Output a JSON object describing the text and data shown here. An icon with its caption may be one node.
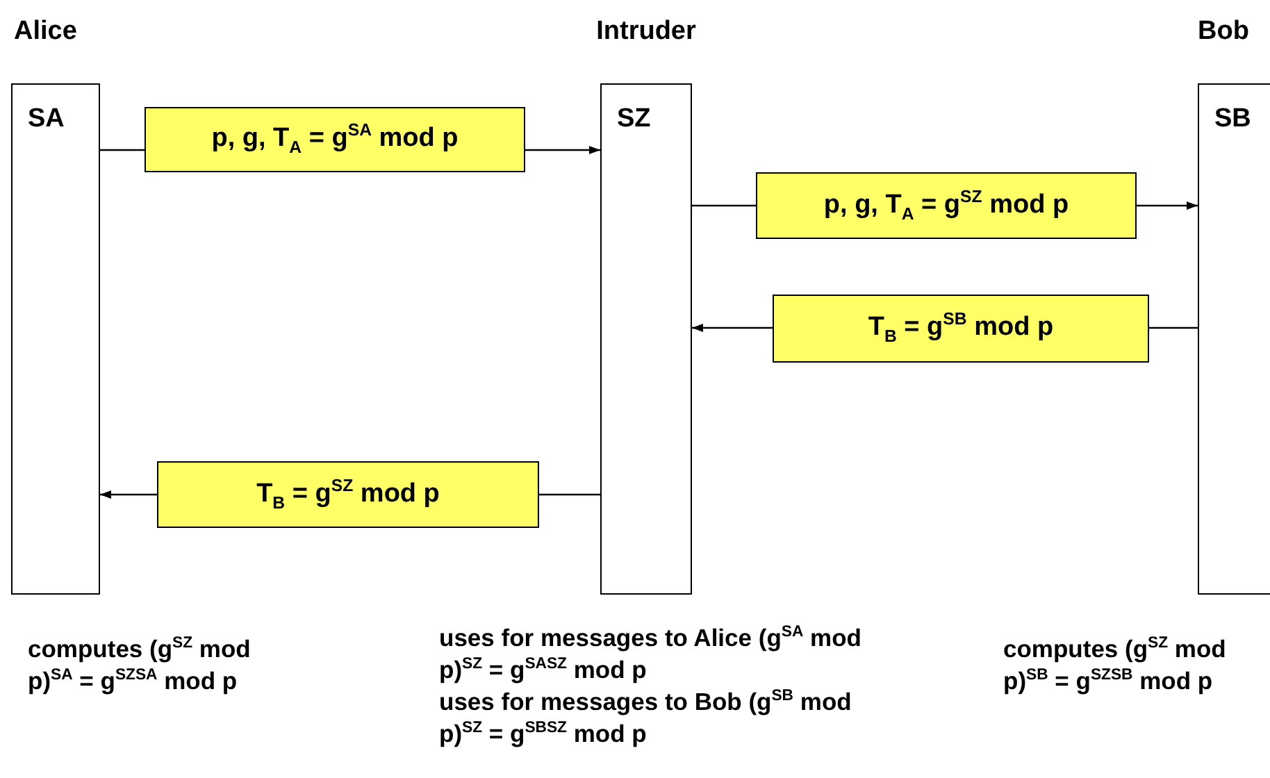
{
  "diagram": {
    "nodes": [
      {
        "text": [
          "Alice",
          "SA"
        ],
        "beside": [
          "computes (g$^{SZ}$ mod p)$^{SA}$ = g$^{SZSA}$ mod p"
        ]
      },
      {
        "text": [
          "Intruder",
          "SZ"
        ],
        "beside": [
          "uses for messages to Alice (g$^{SA}$ mod p)$^{SZ}$ = g$^{SASZ}$ mod p",
          "uses for messages to Bob (g$^{SB}$ mod p)$^{SZ}$ = g$^{SBSZ}$ mod p"
        ]
      },
      {
        "text": [
          "Bob",
          "SB"
        ],
        "beside": [
          "computes (g$^{SZ}$ mod p)$^{SB}$ = g$^{SZSB}$ mod p"
        ]
      }
    ],
    "edges": [
      {
        "from": 0,
        "to": 1,
        "arrow": "to",
        "label": "p, g, T$_{A}$ = g$^{SA}$ mod p"
      },
      {
        "from": 1,
        "to": 2,
        "arrow": "to",
        "label": "p, g, T$_{A}$ = g$^{SZ}$ mod p"
      },
      {
        "from": 2,
        "to": 1,
        "arrow": "to",
        "label": "T$_{B}$ = g$^{SB}$ mod p"
      },
      {
        "from": 1,
        "to": 0,
        "arrow": "to",
        "label": "T$_{B}$ = g$^{SZ}$ mod p"
      }
    ]
  }
}
